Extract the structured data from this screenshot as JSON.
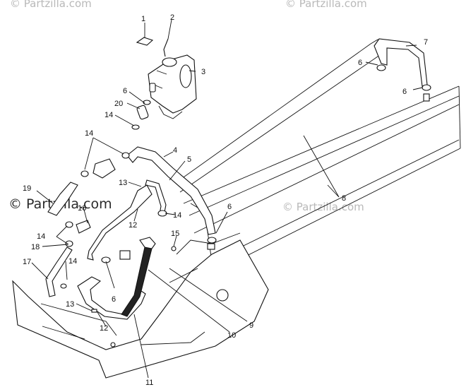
{
  "watermarks": {
    "top_left": "© Partzilla.com",
    "top_right": "© Partzilla.com",
    "left_strong": "© Partzilla.com",
    "right_faint": "© Partzilla.com"
  },
  "callouts": [
    {
      "id": "c1",
      "text": "1"
    },
    {
      "id": "c2",
      "text": "2"
    },
    {
      "id": "c3",
      "text": "3"
    },
    {
      "id": "c4",
      "text": "4"
    },
    {
      "id": "c5",
      "text": "5"
    },
    {
      "id": "c6a",
      "text": "6"
    },
    {
      "id": "c6b",
      "text": "6"
    },
    {
      "id": "c6c",
      "text": "6"
    },
    {
      "id": "c6d",
      "text": "6"
    },
    {
      "id": "c6e",
      "text": "6"
    },
    {
      "id": "c7",
      "text": "7"
    },
    {
      "id": "c8",
      "text": "8"
    },
    {
      "id": "c9",
      "text": "9"
    },
    {
      "id": "c10",
      "text": "10"
    },
    {
      "id": "c11",
      "text": "11"
    },
    {
      "id": "c12a",
      "text": "12"
    },
    {
      "id": "c12b",
      "text": "12"
    },
    {
      "id": "c13a",
      "text": "13"
    },
    {
      "id": "c13b",
      "text": "13"
    },
    {
      "id": "c14a",
      "text": "14"
    },
    {
      "id": "c14b",
      "text": "14"
    },
    {
      "id": "c14c",
      "text": "14"
    },
    {
      "id": "c14d",
      "text": "14"
    },
    {
      "id": "c14e",
      "text": "14"
    },
    {
      "id": "c15",
      "text": "15"
    },
    {
      "id": "c16",
      "text": "16"
    },
    {
      "id": "c17",
      "text": "17"
    },
    {
      "id": "c18",
      "text": "18"
    },
    {
      "id": "c19",
      "text": "19"
    },
    {
      "id": "c20",
      "text": "20"
    }
  ]
}
